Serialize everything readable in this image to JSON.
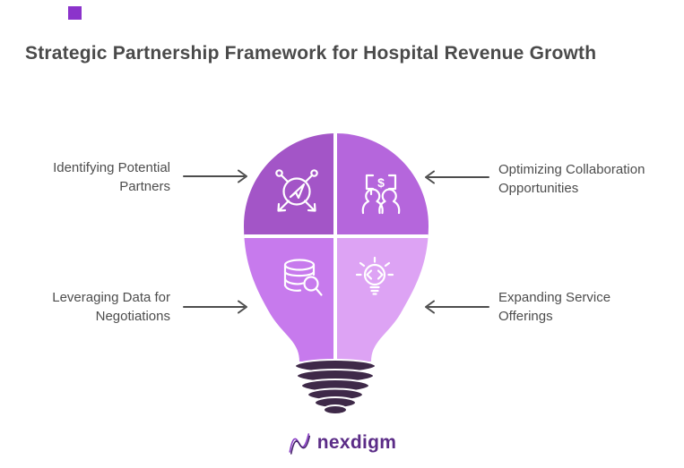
{
  "title": "Strategic Partnership Framework for Hospital Revenue Growth",
  "labels": {
    "tl": "Identifying Potential\nPartners",
    "tr": "Optimizing Collaboration\nOpportunities",
    "bl": "Leveraging Data for\nNegotiations",
    "br": "Expanding Service\nOfferings"
  },
  "icons": {
    "tl": "share-network-icon",
    "tr": "collaboration-funding-icon",
    "bl": "data-search-icon",
    "br": "idea-code-icon",
    "tr_glyph": "$"
  },
  "colors": {
    "title": "#4A4A4A",
    "label": "#4D4D4D",
    "arrow": "#4D4D4D",
    "accent_square": "#8B33CB",
    "quadrant_tl": "#A355C7",
    "quadrant_tr": "#B566DC",
    "quadrant_bl": "#C77AED",
    "quadrant_br": "#DDA3F4",
    "bulb_base": "#3E2948",
    "logo": "#5B2C87"
  },
  "logo": {
    "text": "nexdigm"
  }
}
